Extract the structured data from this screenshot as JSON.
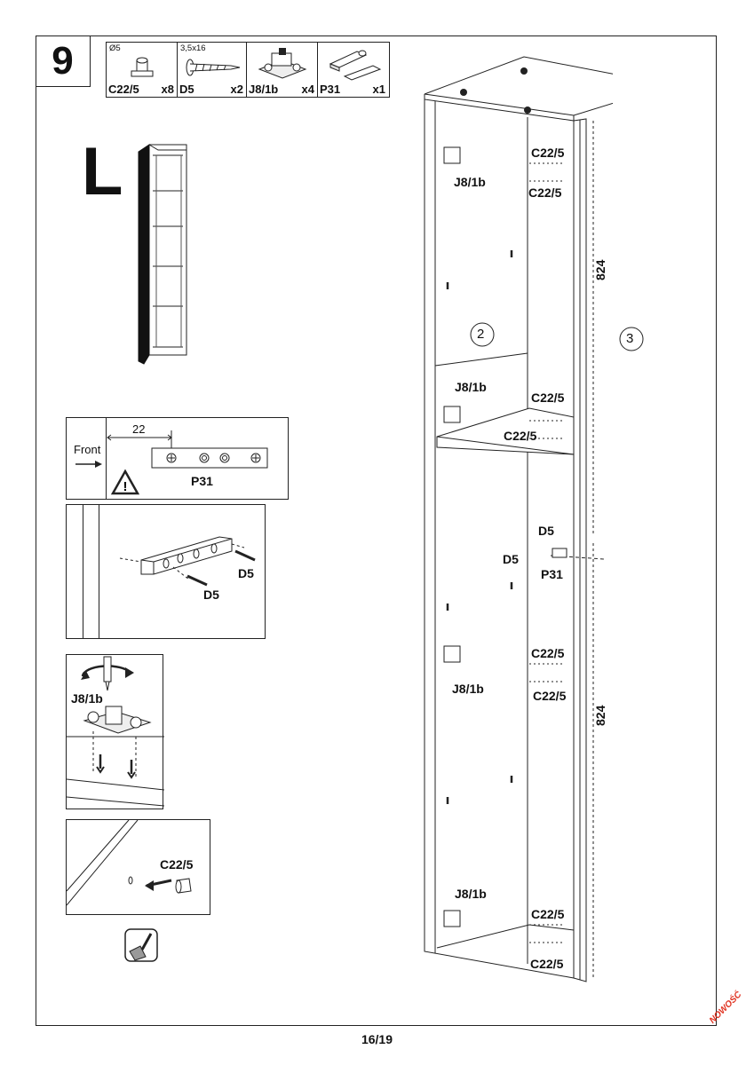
{
  "step": {
    "number": "9"
  },
  "parts": [
    {
      "code": "C22/5",
      "qty": "x8",
      "size": "Ø5",
      "icon": "dowel-icon"
    },
    {
      "code": "D5",
      "qty": "x2",
      "size": "3,5x16",
      "icon": "screw-icon"
    },
    {
      "code": "J8/1b",
      "qty": "x4",
      "icon": "hinge-icon"
    },
    {
      "code": "P31",
      "qty": "x1",
      "icon": "push-latch-icon"
    }
  ],
  "orientation": {
    "side_letter": "L"
  },
  "latch_detail": {
    "front_label": "Front",
    "distance": "22",
    "part": "P31"
  },
  "screw_detail": {
    "left_screw": "D5",
    "right_screw": "D5"
  },
  "hinge_detail": {
    "part": "J8/1b"
  },
  "dowel_detail": {
    "part": "C22/5"
  },
  "cabinet": {
    "panel_2": "2",
    "panel_3": "3",
    "dim_upper": "824",
    "dim_lower": "824",
    "hinge_labels": [
      "J8/1b",
      "J8/1b",
      "J8/1b",
      "J8/1b"
    ],
    "dowel_labels": [
      "C22/5",
      "C22/5",
      "C22/5",
      "C22/5",
      "C22/5",
      "C22/5",
      "C22/5",
      "C22/5"
    ],
    "latch_labels": {
      "d5_top": "D5",
      "d5_left": "D5",
      "p31": "P31"
    }
  },
  "footer": {
    "page": "16/19",
    "stamp": "NOWOŚĆ"
  }
}
